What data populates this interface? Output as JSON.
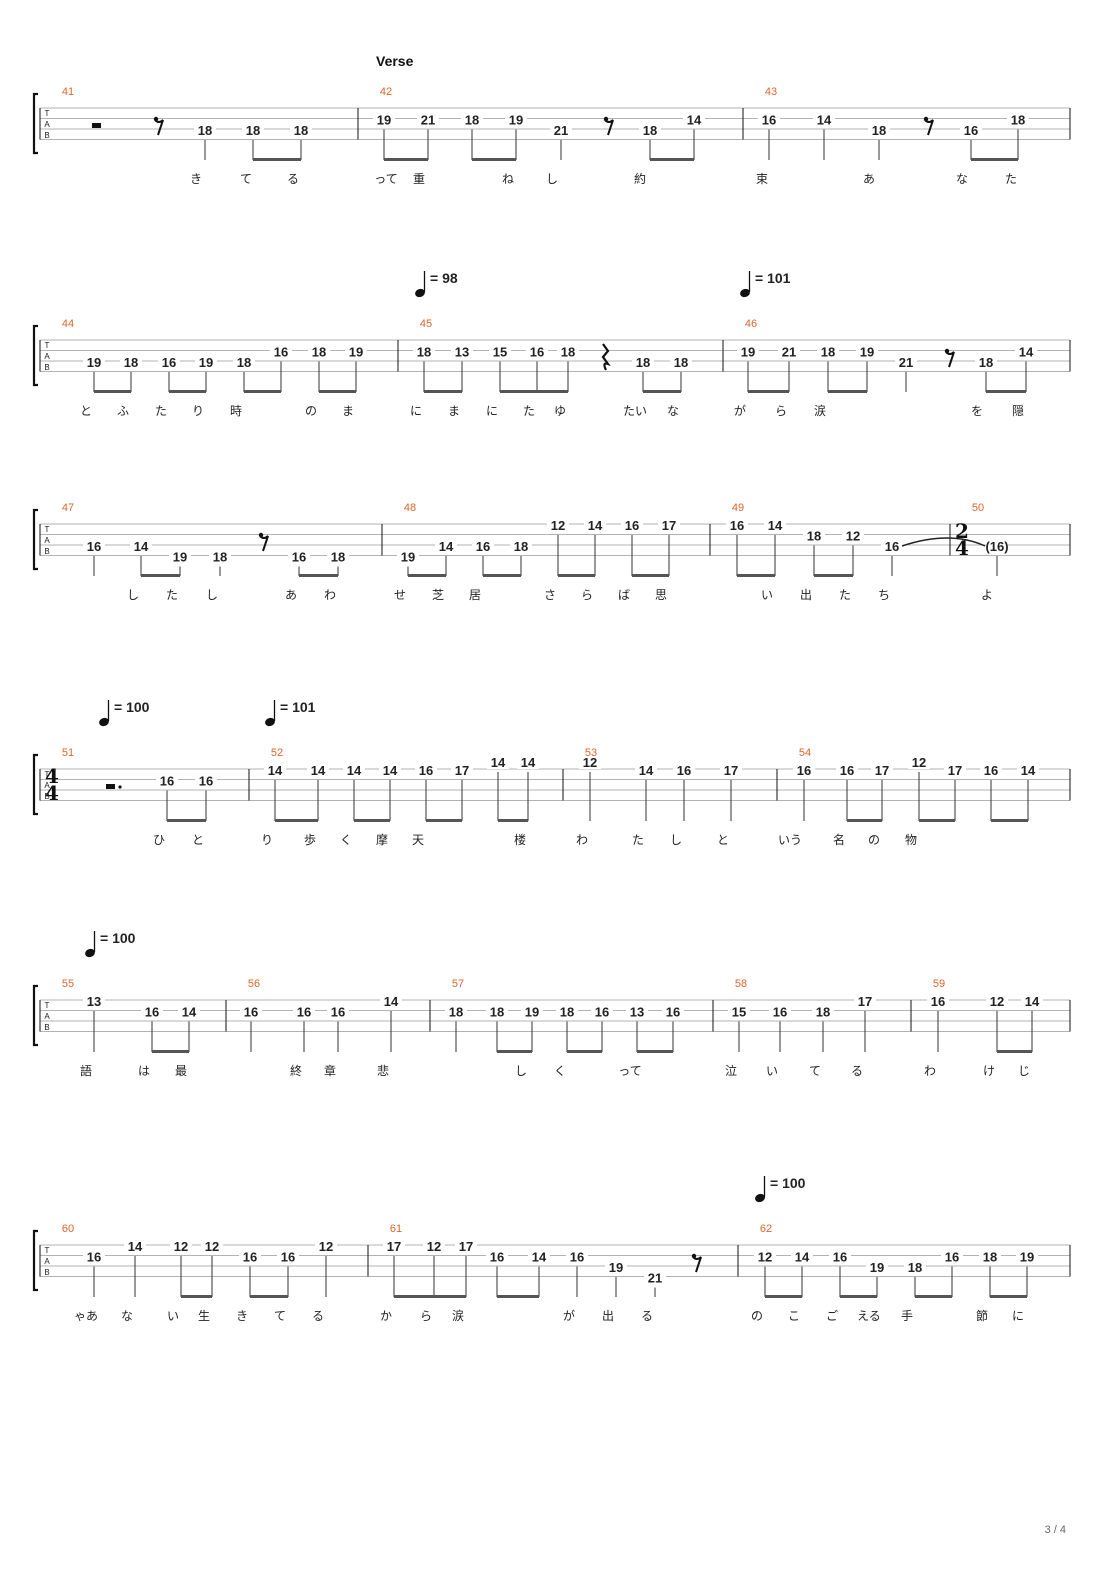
{
  "section": "Verse",
  "page_number": "3 / 4",
  "systems": [
    {
      "measures": [
        {
          "number": "41",
          "frets": [
            "18",
            "18",
            "18"
          ],
          "lyrics": [
            "き",
            "て",
            "る"
          ]
        },
        {
          "number": "42",
          "frets": [
            "19",
            "21",
            "18",
            "19",
            "21",
            "18",
            "14"
          ],
          "lyrics": [
            "って",
            "重",
            "ね",
            "し",
            "約"
          ]
        },
        {
          "number": "43",
          "frets": [
            "16",
            "14",
            "18",
            "16",
            "18"
          ],
          "lyrics": [
            "束",
            "あ",
            "な",
            "た"
          ]
        }
      ]
    },
    {
      "tempos": [
        "= 98",
        "= 101"
      ],
      "measures": [
        {
          "number": "44",
          "frets": [
            "19",
            "18",
            "16",
            "19",
            "18",
            "16",
            "18",
            "19"
          ],
          "lyrics": [
            "と",
            "ふ",
            "た",
            "り",
            "時",
            "の",
            "ま"
          ]
        },
        {
          "number": "45",
          "frets": [
            "18",
            "13",
            "15",
            "16",
            "18",
            "18",
            "18"
          ],
          "lyrics": [
            "に",
            "ま",
            "に",
            "た",
            "ゆ",
            "たい",
            "な"
          ]
        },
        {
          "number": "46",
          "frets": [
            "19",
            "21",
            "18",
            "19",
            "21",
            "18",
            "14"
          ],
          "lyrics": [
            "が",
            "ら",
            "涙",
            "を",
            "隠"
          ]
        }
      ]
    },
    {
      "measures": [
        {
          "number": "47",
          "frets": [
            "16",
            "14",
            "19",
            "18",
            "16",
            "18"
          ],
          "lyrics": [
            "し",
            "た",
            "し",
            "あ",
            "わ"
          ]
        },
        {
          "number": "48",
          "frets": [
            "19",
            "14",
            "16",
            "18",
            "12",
            "14",
            "16",
            "17"
          ],
          "lyrics": [
            "せ",
            "芝",
            "居",
            "さ",
            "ら",
            "ば",
            "思"
          ]
        },
        {
          "number": "49",
          "frets": [
            "16",
            "14",
            "18",
            "12",
            "16"
          ],
          "lyrics": [
            "い",
            "出",
            "た",
            "ち"
          ]
        },
        {
          "number": "50",
          "time_signature": [
            "2",
            "4"
          ],
          "frets": [
            "(16)"
          ],
          "lyrics": [
            "よ"
          ]
        }
      ]
    },
    {
      "tempos": [
        "= 100",
        "= 101"
      ],
      "measures": [
        {
          "number": "51",
          "time_signature": [
            "4",
            "4"
          ],
          "frets": [
            "16",
            "16"
          ],
          "lyrics": [
            "ひ",
            "と"
          ]
        },
        {
          "number": "52",
          "frets": [
            "14",
            "14",
            "14",
            "14",
            "16",
            "17",
            "14",
            "14"
          ],
          "lyrics": [
            "り",
            "歩",
            "く",
            "摩",
            "天",
            "楼"
          ]
        },
        {
          "number": "53",
          "frets": [
            "12",
            "14",
            "16",
            "17"
          ],
          "lyrics": [
            "わ",
            "た",
            "し",
            "と"
          ]
        },
        {
          "number": "54",
          "frets": [
            "16",
            "16",
            "17",
            "12",
            "17",
            "16",
            "14"
          ],
          "lyrics": [
            "いう",
            "名",
            "の",
            "物"
          ]
        }
      ]
    },
    {
      "tempos": [
        "= 100"
      ],
      "measures": [
        {
          "number": "55",
          "frets": [
            "13",
            "16",
            "14"
          ],
          "lyrics": [
            "語",
            "は",
            "最"
          ]
        },
        {
          "number": "56",
          "frets": [
            "16",
            "16",
            "16",
            "14"
          ],
          "lyrics": [
            "終",
            "章",
            "悲"
          ]
        },
        {
          "number": "57",
          "frets": [
            "18",
            "18",
            "19",
            "18",
            "16",
            "13",
            "16"
          ],
          "lyrics": [
            "し",
            "く",
            "って"
          ]
        },
        {
          "number": "58",
          "frets": [
            "15",
            "16",
            "18",
            "17"
          ],
          "lyrics": [
            "泣",
            "い",
            "て",
            "る"
          ]
        },
        {
          "number": "59",
          "frets": [
            "16",
            "12",
            "14"
          ],
          "lyrics": [
            "わ",
            "け",
            "じ"
          ]
        }
      ]
    },
    {
      "tempos": [
        "= 100"
      ],
      "measures": [
        {
          "number": "60",
          "frets": [
            "16",
            "14",
            "12",
            "12",
            "16",
            "16",
            "12"
          ],
          "lyrics": [
            "ゃあ",
            "な",
            "い",
            "生",
            "き",
            "て",
            "る"
          ]
        },
        {
          "number": "61",
          "frets": [
            "17",
            "12",
            "17",
            "16",
            "14",
            "16",
            "19",
            "21"
          ],
          "lyrics": [
            "か",
            "ら",
            "涙",
            "が",
            "出",
            "る"
          ]
        },
        {
          "number": "62",
          "frets": [
            "12",
            "14",
            "16",
            "19",
            "18",
            "16",
            "18",
            "19"
          ],
          "lyrics": [
            "の",
            "こ",
            "ご",
            "える",
            "手",
            "節",
            "に"
          ]
        }
      ]
    }
  ]
}
